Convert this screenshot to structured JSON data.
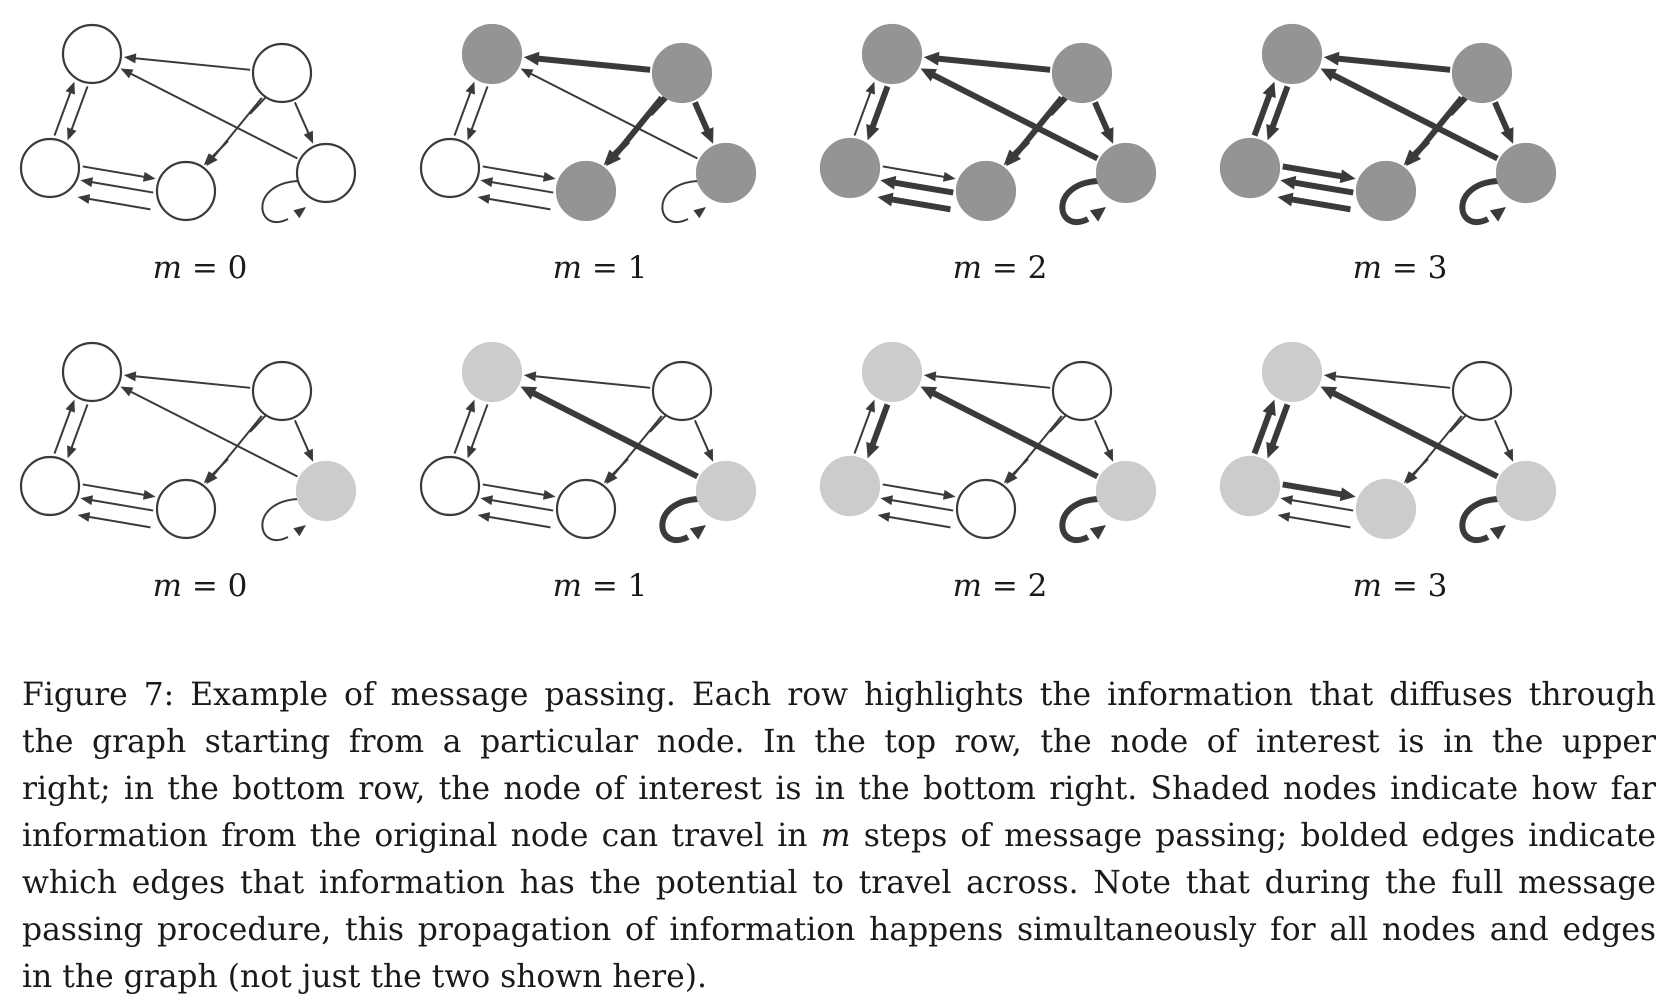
{
  "colors": {
    "line": "#3a3a3a",
    "white": "#ffffff",
    "dark": "#949494",
    "light": "#cccccc"
  },
  "panels": [
    {
      "label_var": "m",
      "label_eq": " = 0",
      "shaded": {},
      "bold": []
    },
    {
      "label_var": "m",
      "label_eq": " = 1",
      "shaded": {
        "A": "dark",
        "B": "dark",
        "D": "dark",
        "E": "dark"
      },
      "bold": [
        "BA",
        "BE",
        "BD"
      ]
    },
    {
      "label_var": "m",
      "label_eq": " = 2",
      "shaded": {
        "A": "dark",
        "B": "dark",
        "C": "dark",
        "D": "dark",
        "E": "dark"
      },
      "bold": [
        "BA",
        "BE",
        "BD",
        "EA",
        "EE",
        "AC",
        "DC"
      ]
    },
    {
      "label_var": "m",
      "label_eq": " = 3",
      "shaded": {
        "A": "dark",
        "B": "dark",
        "C": "dark",
        "D": "dark",
        "E": "dark"
      },
      "bold": [
        "BA",
        "BE",
        "BD",
        "EA",
        "EE",
        "AC",
        "DC",
        "CA",
        "CD"
      ]
    },
    {
      "label_var": "m",
      "label_eq": " = 0",
      "shaded": {
        "E": "light"
      },
      "bold": []
    },
    {
      "label_var": "m",
      "label_eq": " = 1",
      "shaded": {
        "A": "light",
        "E": "light"
      },
      "bold": [
        "EA",
        "EE"
      ]
    },
    {
      "label_var": "m",
      "label_eq": " = 2",
      "shaded": {
        "A": "light",
        "C": "light",
        "E": "light"
      },
      "bold": [
        "EA",
        "EE",
        "AC"
      ]
    },
    {
      "label_var": "m",
      "label_eq": " = 3",
      "shaded": {
        "A": "light",
        "C": "light",
        "D": "light",
        "E": "light"
      },
      "bold": [
        "EA",
        "EE",
        "AC",
        "CA",
        "CD"
      ]
    }
  ],
  "caption": {
    "line1": "Figure 7: Example of message passing. Each row highlights the information that diffuses through",
    "line2": "the graph starting from a particular node. In the top row, the node of interest is in the upper",
    "line3": "right; in the bottom row, the node of interest is in the bottom right. Shaded nodes indicate how far",
    "line4_pre": "information from the original node can travel in ",
    "line4_var": "m",
    "line4_post": " steps of message passing; bolded edges indicate",
    "line5": "which edges that information has the potential to travel across. Note that during the full message",
    "line6": "passing procedure, this propagation of information happens simultaneously for all nodes and edges",
    "line7": "in the graph (not just the two shown here)."
  }
}
